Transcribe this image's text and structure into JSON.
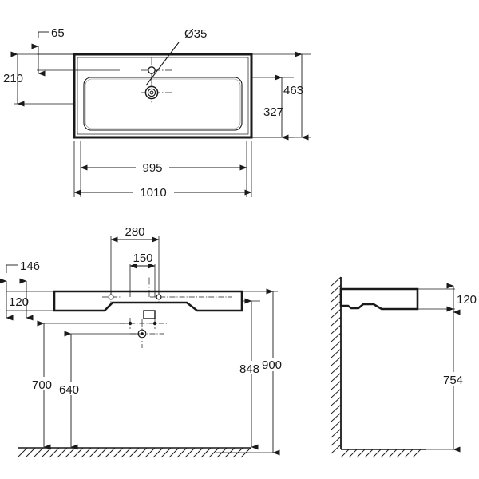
{
  "drawing": {
    "type": "technical-dimension-drawing",
    "subject": "washbasin",
    "units": "mm",
    "line_color": "#1a1a1a",
    "background": "#ffffff",
    "views": [
      {
        "name": "top-view",
        "label": ""
      },
      {
        "name": "front-view",
        "label": ""
      },
      {
        "name": "side-view",
        "label": ""
      }
    ]
  },
  "top_view": {
    "dimensions": {
      "offset_65": "65",
      "depth_210": "210",
      "tap_hole": "Ø35",
      "bowl_depth_327": "327",
      "overall_depth_463": "463",
      "bowl_width_995": "995",
      "overall_width_1010": "1010"
    }
  },
  "front_view": {
    "dimensions": {
      "height_146": "146",
      "thickness_120": "120",
      "bracket_spacing_280": "280",
      "waste_spacing_150": "150",
      "height_700": "700",
      "height_640": "640",
      "height_848": "848",
      "height_900": "900"
    }
  },
  "side_view": {
    "dimensions": {
      "thickness_120": "120",
      "height_754": "754"
    }
  }
}
